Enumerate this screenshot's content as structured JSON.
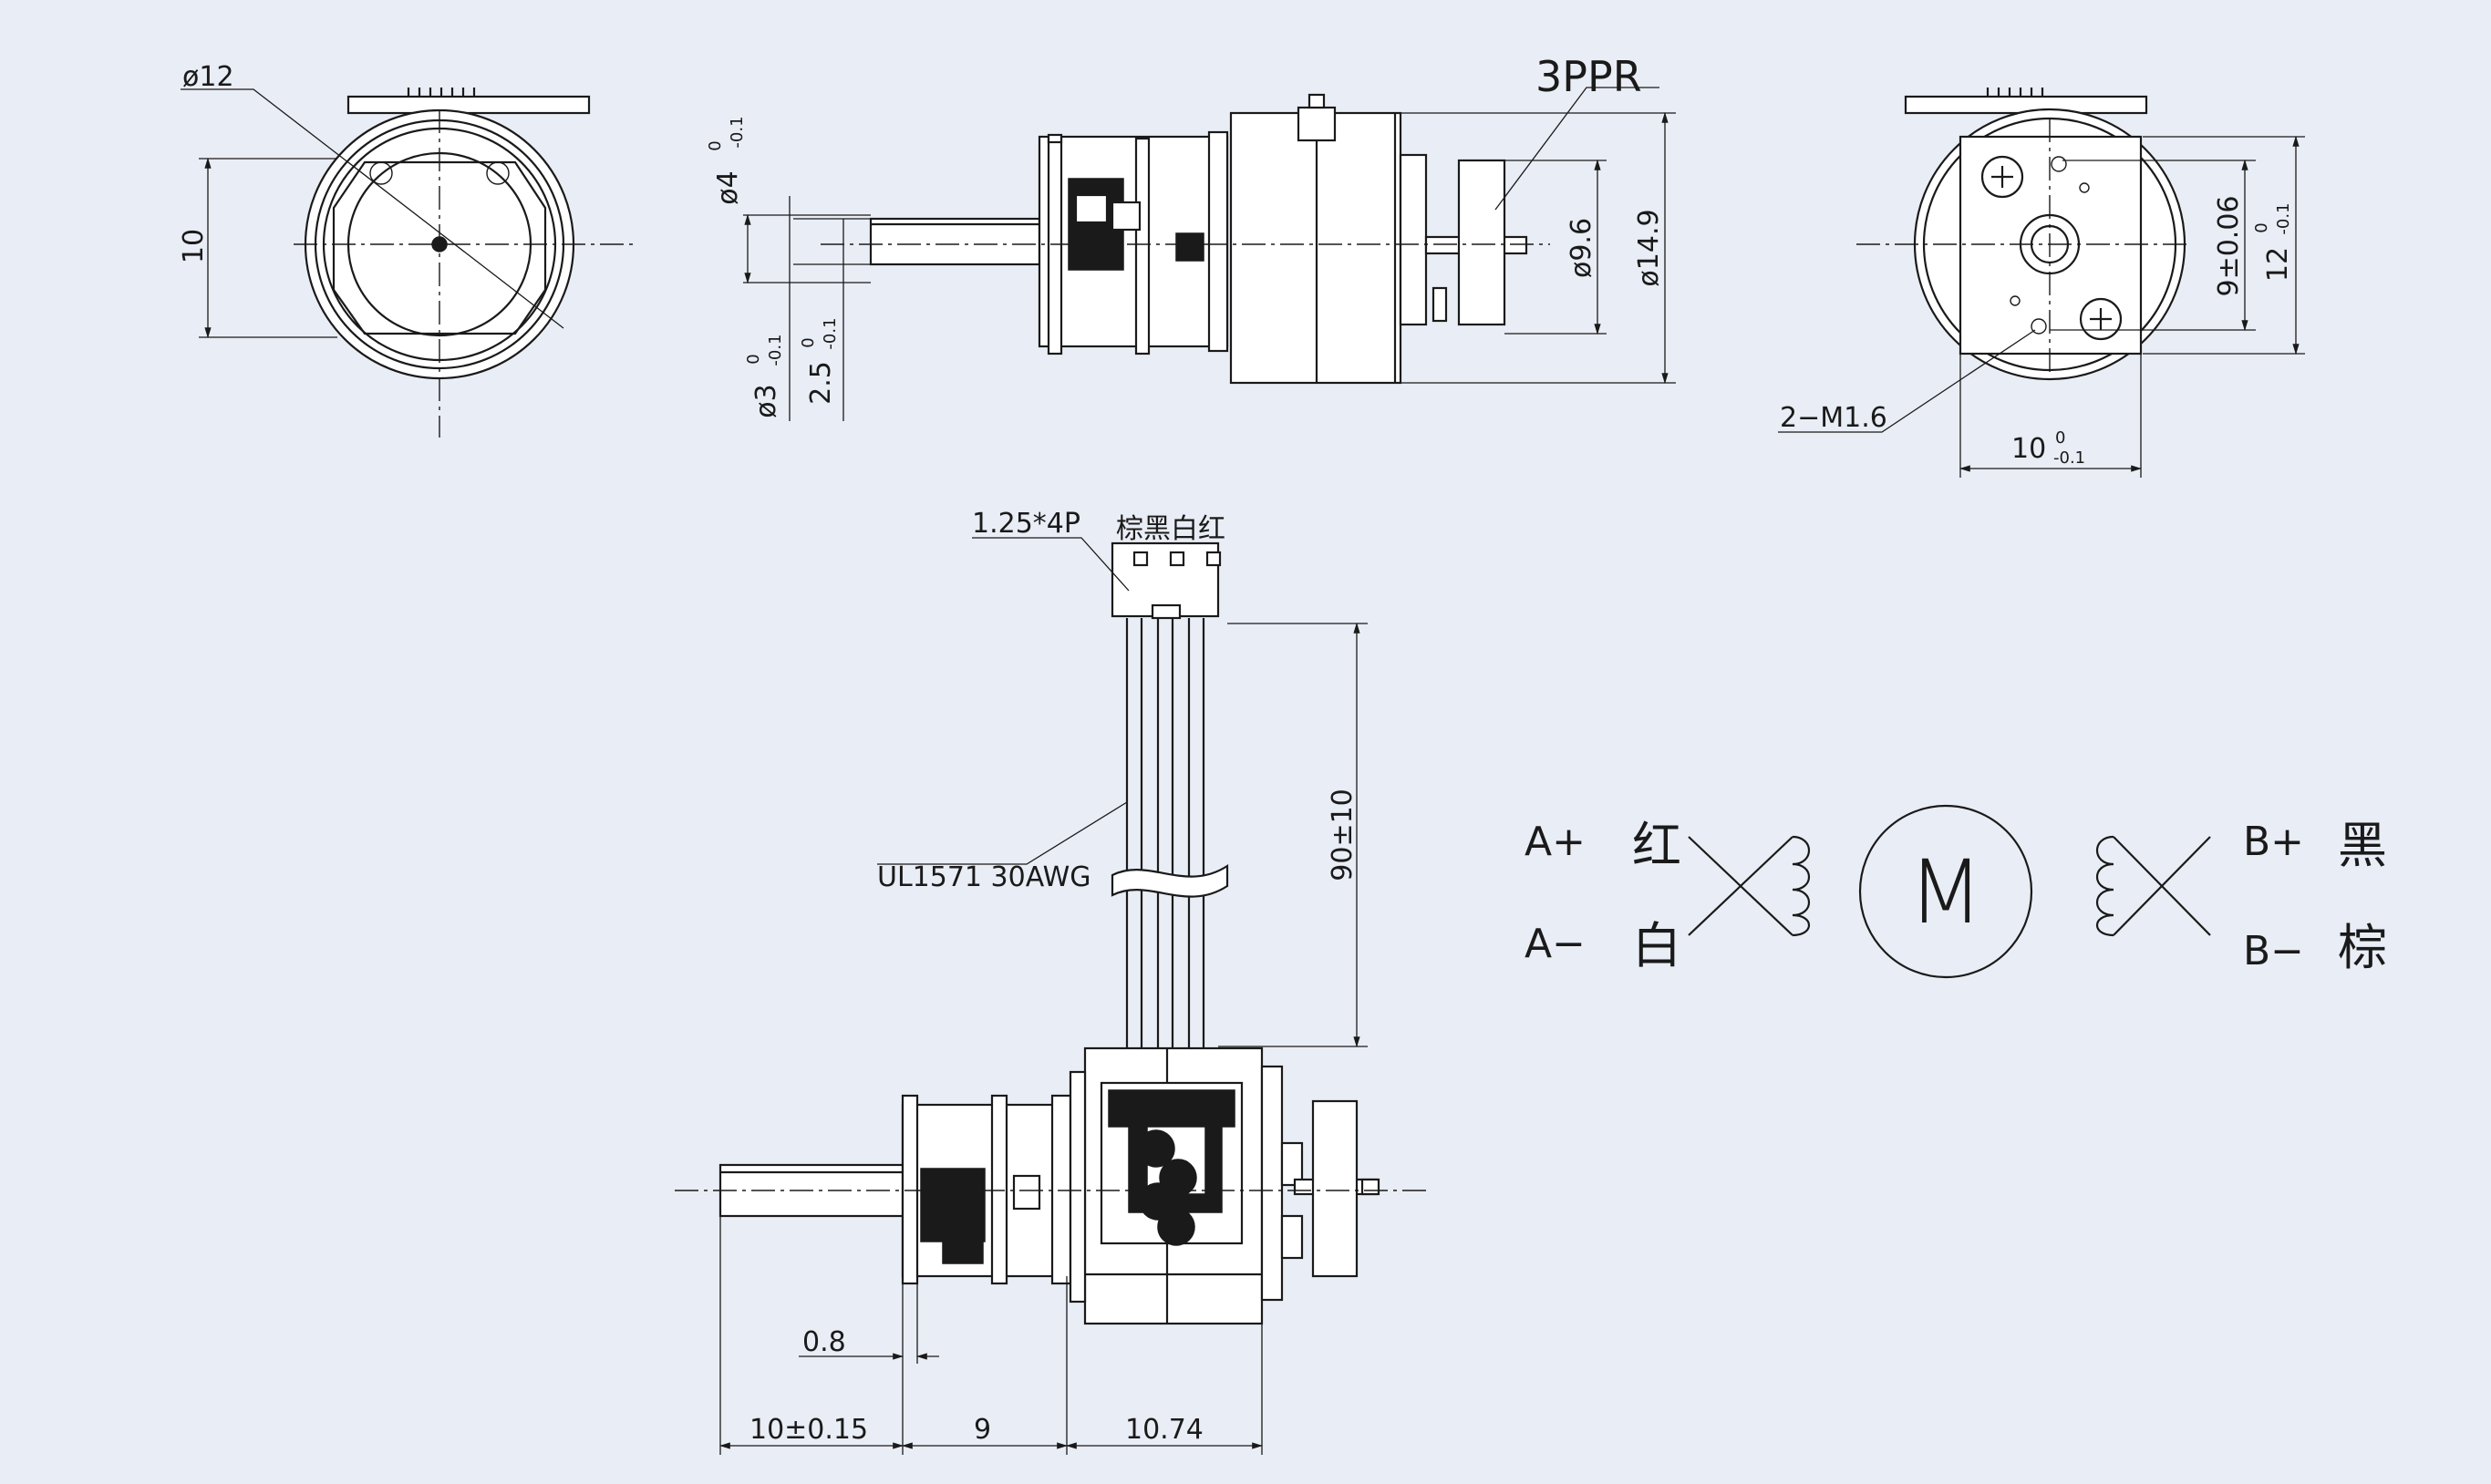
{
  "views": {
    "left_end": {
      "dia": "ø12",
      "height": "10"
    },
    "side": {
      "encoder": "3PPR",
      "shaft_dia": "ø4",
      "shaft_dia_tol_upper": "0",
      "shaft_dia_tol_lower": "-0.1",
      "flat_dia": "ø3",
      "flat_dia_tol_upper": "0",
      "flat_dia_tol_lower": "-0.1",
      "flat_width": "2.5",
      "flat_width_tol_upper": "0",
      "flat_width_tol_lower": "-0.1",
      "disc_dia": "ø9.6",
      "body_dia": "ø14.9"
    },
    "right_end": {
      "center_dist": "9±0.06",
      "height": "12",
      "height_tol_upper": "0",
      "height_tol_lower": "-0.1",
      "width": "10",
      "width_tol_upper": "0",
      "width_tol_lower": "-0.1",
      "thread": "2−M1.6"
    },
    "bottom": {
      "connector": "1.25*4P",
      "colors_label": "棕黑白红",
      "wire_spec": "UL1571  30AWG",
      "lead_length": "90±10",
      "gap": "0.8",
      "shaft_len": "10±0.15",
      "gearbox_len": "9",
      "motor_len": "10.74"
    },
    "schematic": {
      "a_plus": "A+",
      "a_plus_color": "红",
      "a_minus": "A−",
      "a_minus_color": "白",
      "motor": "M",
      "b_plus": "B+",
      "b_plus_color": "黑",
      "b_minus": "B−",
      "b_minus_color": "棕"
    }
  }
}
